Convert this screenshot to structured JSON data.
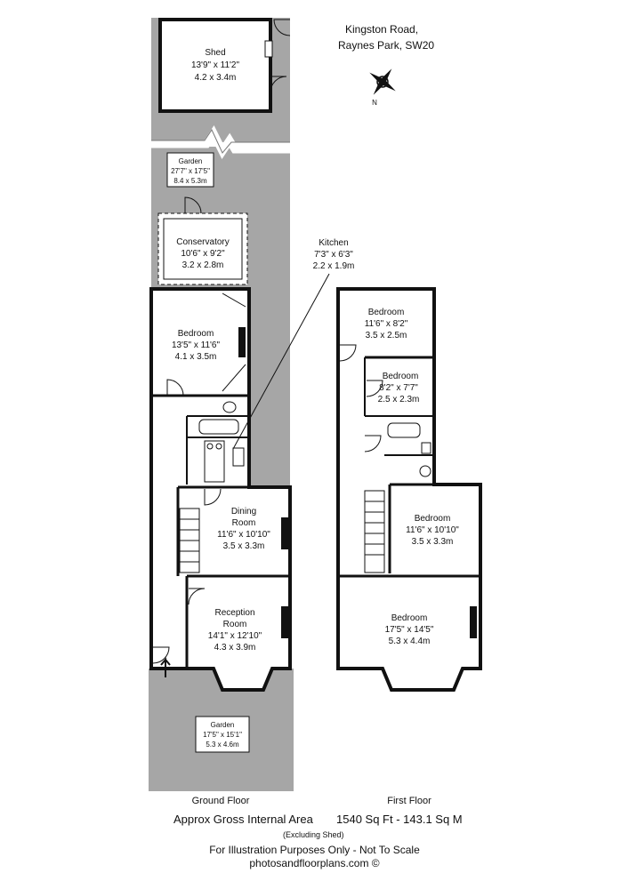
{
  "address": {
    "line1": "Kingston Road,",
    "line2": "Raynes Park, SW20"
  },
  "compass": {
    "north_label": "N"
  },
  "colors": {
    "wall": "#111111",
    "exterior": "#a6a6a6",
    "background": "#ffffff"
  },
  "rooms": {
    "shed": {
      "name": "Shed",
      "imperial": "13'9\" x 11'2\"",
      "metric": "4.2 x 3.4m"
    },
    "garden_rear": {
      "name": "Garden",
      "imperial": "27'7\" x 17'5\"",
      "metric": "8.4 x 5.3m"
    },
    "conservatory": {
      "name": "Conservatory",
      "imperial": "10'6\" x 9'2\"",
      "metric": "3.2 x 2.8m"
    },
    "bedroom_ground": {
      "name": "Bedroom",
      "imperial": "13'5\" x 11'6\"",
      "metric": "4.1 x 3.5m"
    },
    "kitchen": {
      "name": "Kitchen",
      "imperial": "7'3\" x 6'3\"",
      "metric": "2.2 x 1.9m"
    },
    "dining": {
      "name1": "Dining",
      "name2": "Room",
      "imperial": "11'6\" x 10'10\"",
      "metric": "3.5 x 3.3m"
    },
    "reception": {
      "name1": "Reception",
      "name2": "Room",
      "imperial": "14'1\" x 12'10\"",
      "metric": "4.3 x 3.9m"
    },
    "garden_front": {
      "name": "Garden",
      "imperial": "17'5\" x 15'1\"",
      "metric": "5.3 x 4.6m"
    },
    "bedroom_first_1": {
      "name": "Bedroom",
      "imperial": "11'6\" x 8'2\"",
      "metric": "3.5 x 2.5m"
    },
    "bedroom_first_2": {
      "name": "Bedroom",
      "imperial": "8'2\" x 7'7\"",
      "metric": "2.5 x 2.3m"
    },
    "bedroom_first_3": {
      "name": "Bedroom",
      "imperial": "11'6\" x 10'10\"",
      "metric": "3.5 x 3.3m"
    },
    "bedroom_first_4": {
      "name": "Bedroom",
      "imperial": "17'5\" x 14'5\"",
      "metric": "5.3 x 4.4m"
    }
  },
  "floors": {
    "ground": "Ground Floor",
    "first": "First Floor"
  },
  "area": {
    "label": "Approx Gross Internal Area",
    "value": "1540 Sq Ft  -  143.1 Sq M",
    "note": "(Excluding Shed)"
  },
  "footer": {
    "disclaimer": "For Illustration Purposes Only - Not To Scale",
    "credit": "photosandfloorplans.com ©"
  }
}
